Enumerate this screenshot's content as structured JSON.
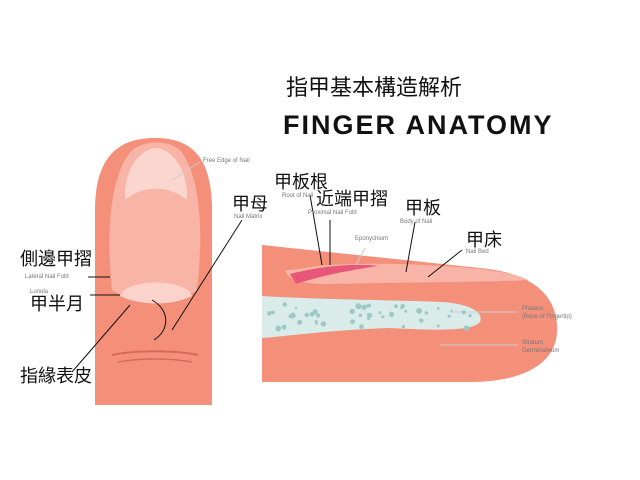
{
  "title": {
    "zh": "指甲基本構造解析",
    "en": "FINGER ANATOMY"
  },
  "labels_zh": {
    "lateral_fold": "側邊甲摺",
    "lunula": "甲半月",
    "cuticle": "指緣表皮",
    "matrix": "甲母",
    "root": "甲板根",
    "proximal_fold": "近端甲摺",
    "body": "甲板",
    "bed": "甲床"
  },
  "labels_en": {
    "free_edge": "Free Edge of Nail",
    "lateral_fold": "Lateral Nail Fold",
    "lunula": "Lunula",
    "matrix": "Nail Matrix",
    "root": "Root of Nail",
    "proximal_fold": "Proximal Nail Fold",
    "eponychium": "Eponychium",
    "body": "Body of Nail",
    "bed": "Nail Bed",
    "phalanx_1": "Phalanx",
    "phalanx_2": "(Bone of Fingertip)",
    "stratum_1": "Stratum",
    "stratum_2": "Germinativum"
  },
  "colors": {
    "skin": "#f4907a",
    "nail": "#f8b4a6",
    "bone": "#d9ece9",
    "nail_root": "#e8577a"
  }
}
